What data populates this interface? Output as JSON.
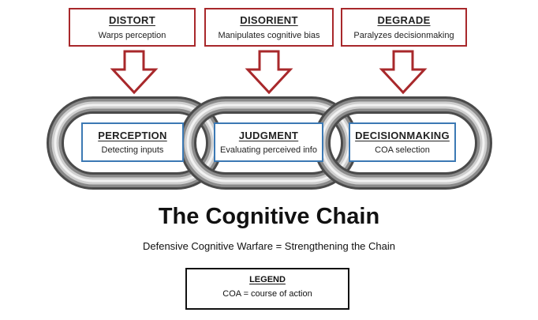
{
  "threats": [
    {
      "title": "DISTORT",
      "subtitle": "Warps perception"
    },
    {
      "title": "DISORIENT",
      "subtitle": "Manipulates cognitive bias"
    },
    {
      "title": "DEGRADE",
      "subtitle": "Paralyzes decisionmaking"
    }
  ],
  "stages": [
    {
      "title": "PERCEPTION",
      "subtitle": "Detecting inputs"
    },
    {
      "title": "JUDGMENT",
      "subtitle": "Evaluating perceived info"
    },
    {
      "title": "DECISIONMAKING",
      "subtitle": "COA selection"
    }
  ],
  "title": "The Cognitive Chain",
  "subtitle": "Defensive Cognitive Warfare = Strengthening the Chain",
  "legend": {
    "title": "LEGEND",
    "text": "COA = course of action"
  },
  "colors": {
    "threat_border": "#a8282b",
    "stage_border": "#3c79b4",
    "chain_dark": "#4a4a4a",
    "chain_light": "#cfcfcf"
  },
  "icons": [
    "down-arrow-icon",
    "chain-link-icon"
  ]
}
